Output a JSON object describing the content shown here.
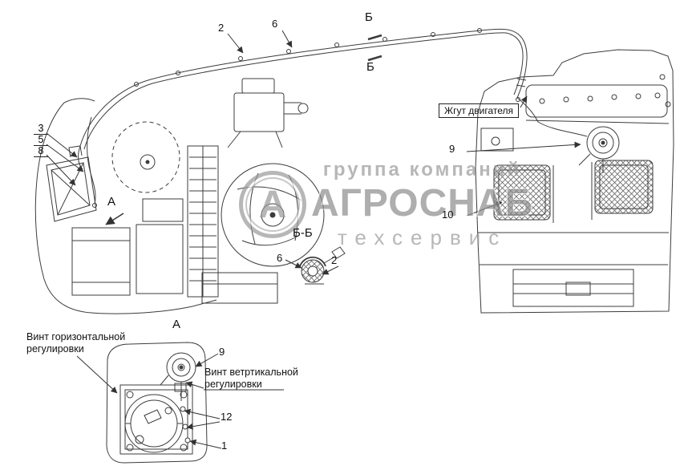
{
  "colors": {
    "line": "#3c3c3c",
    "watermark_gray": "#9a9a9a",
    "background": "#ffffff"
  },
  "callouts": {
    "top_2": "2",
    "top_6": "6",
    "section_b_upper": "Б",
    "section_b_lower": "Б",
    "left_3": "3",
    "left_5": "5",
    "left_8": "8",
    "right_9": "9",
    "right_10": "10",
    "bb_6": "6",
    "bb_2": "2",
    "detail_9": "9",
    "detail_12": "12",
    "detail_1": "1"
  },
  "labels": {
    "engine_harness": "Жгут двигателя",
    "section_bb": "Б-Б",
    "view_a_side": "А",
    "view_a_bottom": "А",
    "horizontal_adjust": "Винт горизонтальной\nрегулировки",
    "vertical_adjust": "Винт ветртикальной\nрегулировки"
  },
  "watermark": {
    "logo_letter": "А",
    "line_top": "группа компаний",
    "line_main": "АГРОСНАБ",
    "line_bottom": "техсервис"
  }
}
